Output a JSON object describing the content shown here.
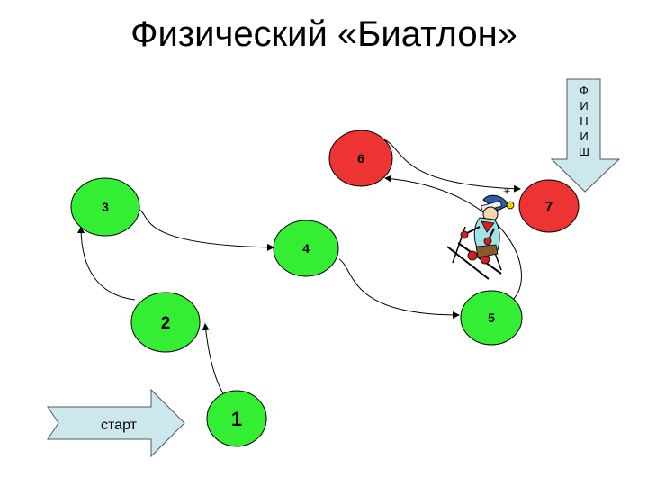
{
  "title": "Физический «Биатлон»",
  "nodes": [
    {
      "id": "1",
      "label": "1",
      "color": "#33ee33"
    },
    {
      "id": "2",
      "label": "2",
      "color": "#33ee33"
    },
    {
      "id": "3",
      "label": "3",
      "color": "#33ee33"
    },
    {
      "id": "4",
      "label": "4",
      "color": "#33ee33"
    },
    {
      "id": "5",
      "label": "5",
      "color": "#33ee33"
    },
    {
      "id": "6",
      "label": "6",
      "color": "#ee3333"
    },
    {
      "id": "7",
      "label": "7",
      "color": "#ee3333"
    }
  ],
  "start_arrow": {
    "label": "старт",
    "color": "#cce8ec"
  },
  "finish_arrow": {
    "letters": [
      "Ф",
      "И",
      "Н",
      "И",
      "Ш"
    ],
    "color": "#cce8ec"
  },
  "skier": {
    "icon": "skier-icon"
  }
}
